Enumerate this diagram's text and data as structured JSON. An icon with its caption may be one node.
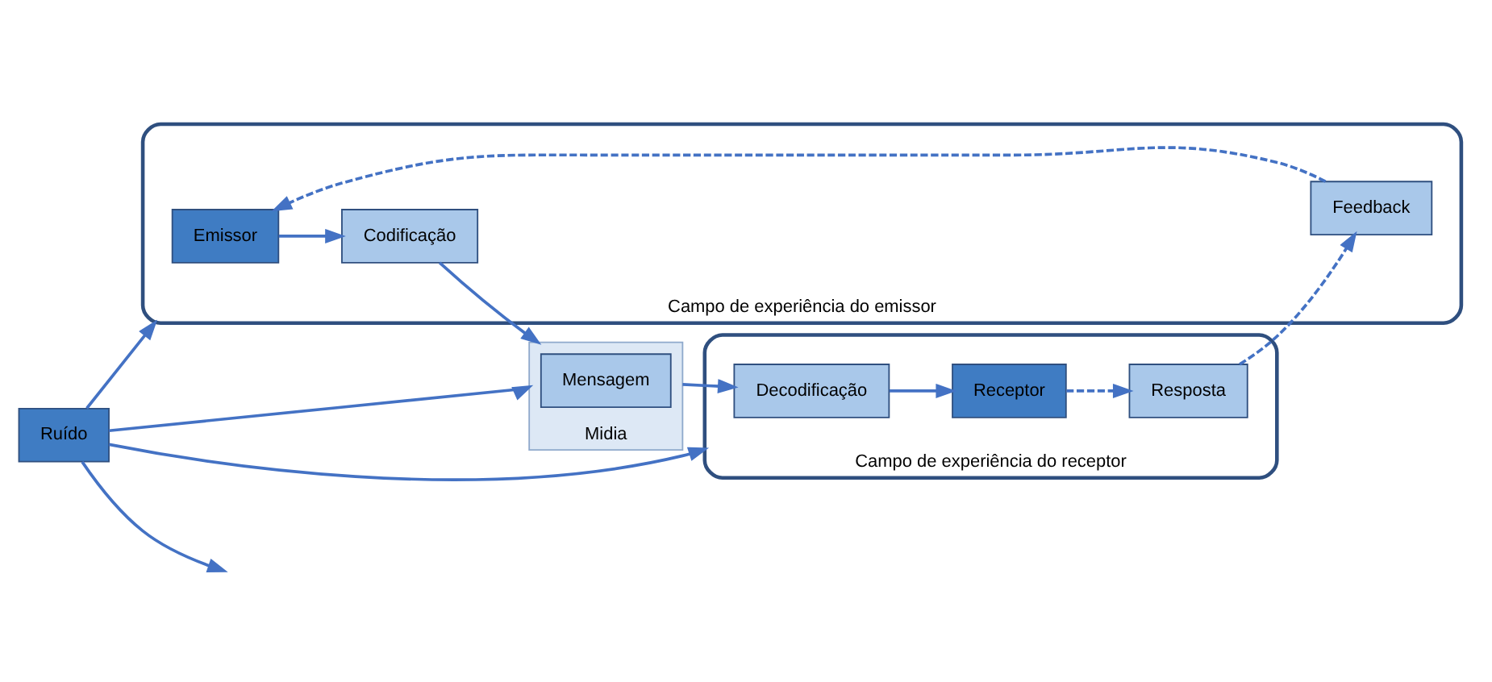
{
  "diagram": {
    "nodes": [
      {
        "text": [
          "Campo de experiência do emissor"
        ]
      },
      {
        "text": [
          "Campo de experiência do receptor"
        ]
      },
      {
        "text": [
          "Emissor"
        ],
        "in": 0
      },
      {
        "text": [
          "Codificação"
        ],
        "in": 0
      },
      {
        "text": [
          "Midia"
        ]
      },
      {
        "text": [
          "Mensagem"
        ],
        "in": 4
      },
      {
        "text": [
          "Decodificação"
        ],
        "in": 1
      },
      {
        "text": [
          "Receptor"
        ],
        "in": 1
      },
      {
        "text": [
          "Ruído"
        ]
      },
      {
        "text": [
          "Feedback"
        ],
        "in": 0
      },
      {
        "text": [
          "Resposta"
        ],
        "in": 1
      }
    ],
    "edges": [
      {
        "from": 2,
        "to": 3,
        "arrow": "to"
      },
      {
        "from": 3,
        "to": 4,
        "arrow": "to"
      },
      {
        "from": 4,
        "to": 6,
        "arrow": "to"
      },
      {
        "from": 6,
        "to": 7,
        "arrow": "to"
      },
      {
        "from": 7,
        "to": 10,
        "arrow": "to",
        "style": "dashed"
      },
      {
        "from": 10,
        "to": 9,
        "arrow": "to",
        "style": "dashed"
      },
      {
        "from": 9,
        "to": 2,
        "arrow": "to",
        "style": "dashed"
      },
      {
        "from": 8,
        "to": 4,
        "arrow": "to"
      },
      {
        "from": 8,
        "to": 1,
        "arrow": "to"
      },
      {
        "from": 8,
        "to": 0,
        "arrow": "to"
      },
      {
        "from": 8,
        "to": null,
        "arrow": "to"
      }
    ]
  }
}
